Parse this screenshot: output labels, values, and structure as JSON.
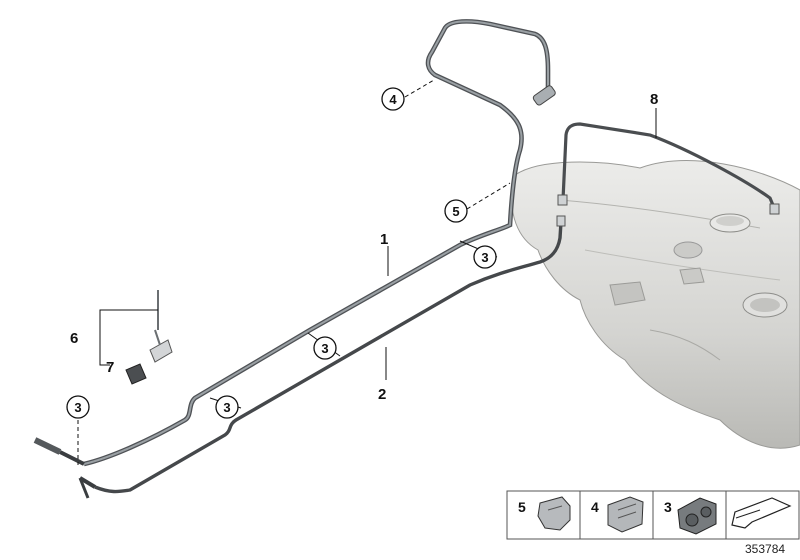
{
  "diagram": {
    "labels": {
      "one": "1",
      "two": "2",
      "six": "6",
      "seven": "7",
      "eight": "8"
    },
    "callouts": {
      "four": "4",
      "five": "5",
      "three_a": "3",
      "three_b": "3",
      "three_c": "3",
      "three_d": "3"
    },
    "legend": [
      {
        "label": "5"
      },
      {
        "label": "4"
      },
      {
        "label": "3"
      }
    ],
    "document_id": "353784",
    "colors": {
      "pipe": "#7f8387",
      "pipe_dark": "#3c3f42",
      "tank": "#d9d9d7",
      "line": "#111111"
    }
  }
}
